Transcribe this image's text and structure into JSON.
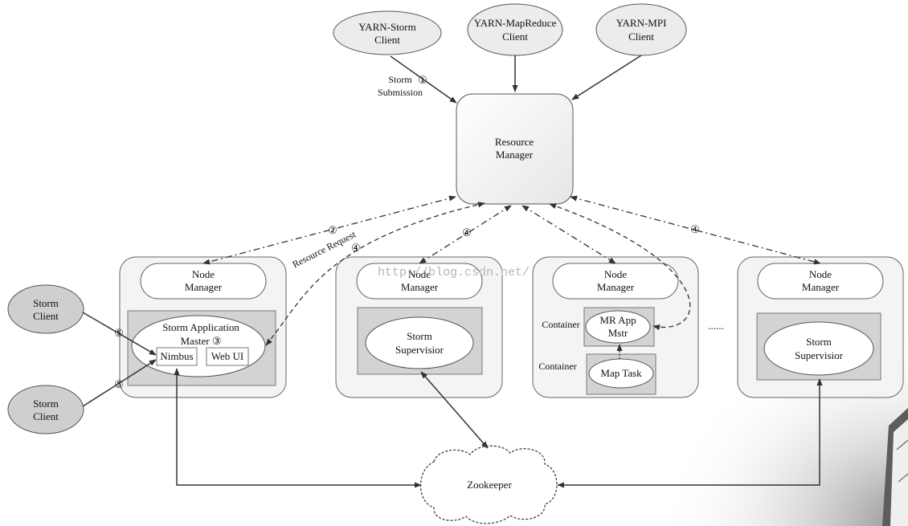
{
  "clients": {
    "storm": [
      "YARN-Storm",
      "Client"
    ],
    "mapreduce": [
      "YARN-MapReduce",
      "Client"
    ],
    "mpi": [
      "YARN-MPI",
      "Client"
    ]
  },
  "resource_manager": [
    "Resource",
    "Manager"
  ],
  "node_manager": [
    "Node",
    "Manager"
  ],
  "storm_client": [
    "Storm",
    "Client"
  ],
  "storm_app_master": [
    "Storm Application",
    "Master ③"
  ],
  "nimbus": "Nimbus",
  "web_ui": "Web UI",
  "storm_supervisor": [
    "Storm",
    "Supervisior"
  ],
  "container_label": "Container",
  "mr_app_master": [
    "MR App",
    "Mstr"
  ],
  "map_task": "Map Task",
  "ellipsis": "......",
  "zookeeper": "Zookeeper",
  "edge_labels": {
    "submission": [
      "Storm",
      "Submission"
    ],
    "step1": "①",
    "step2": "②",
    "step4": "④",
    "step5": "⑤",
    "resource_request": "Resource Request"
  },
  "watermark": "http://blog.csdn.net/"
}
